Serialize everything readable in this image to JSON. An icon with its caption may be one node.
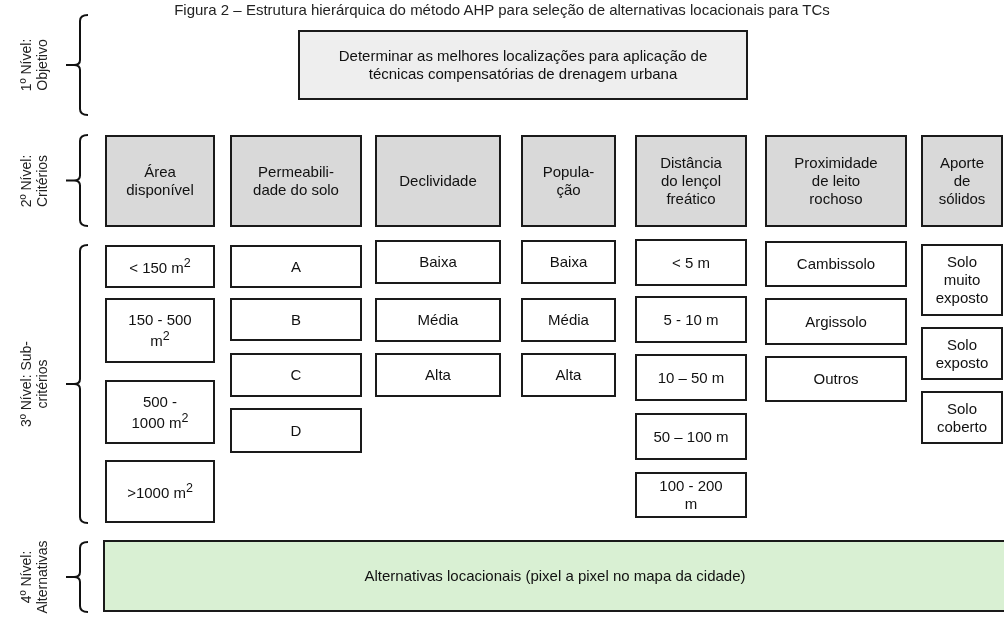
{
  "diagram": {
    "title": "Figura 2 – Estrutura hierárquica do método AHP para seleção de alternativas locacionais para TCs",
    "nodes": [
      {
        "text": [
          "Determinar as melhores localizações para aplicação de técnicas compensatórias de drenagem urbana"
        ]
      },
      {
        "text": [
          "Área disponível"
        ]
      },
      {
        "text": [
          "Permeabili- dade do solo"
        ]
      },
      {
        "text": [
          "Declividade"
        ]
      },
      {
        "text": [
          "Popula- ção"
        ]
      },
      {
        "text": [
          "Distância do lençol freático"
        ]
      },
      {
        "text": [
          "Proximidade de leito rochoso"
        ]
      },
      {
        "text": [
          "Aporte de sólidos"
        ]
      },
      {
        "text": [
          "< 150 m$^{2}$"
        ]
      },
      {
        "text": [
          "150 - 500 m$^{2}$"
        ]
      },
      {
        "text": [
          "500 - 1000 m$^{2}$"
        ]
      },
      {
        "text": [
          ">1000 m$^{2}$"
        ]
      },
      {
        "text": [
          "A"
        ]
      },
      {
        "text": [
          "B"
        ]
      },
      {
        "text": [
          "C"
        ]
      },
      {
        "text": [
          "D"
        ]
      },
      {
        "text": [
          "Baixa"
        ]
      },
      {
        "text": [
          "Média"
        ]
      },
      {
        "text": [
          "Alta"
        ]
      },
      {
        "text": [
          "Baixa"
        ]
      },
      {
        "text": [
          "Média"
        ]
      },
      {
        "text": [
          "Alta"
        ]
      },
      {
        "text": [
          "< 5 m"
        ]
      },
      {
        "text": [
          "5 - 10 m"
        ]
      },
      {
        "text": [
          "10 – 50 m"
        ]
      },
      {
        "text": [
          "50 – 100 m"
        ]
      },
      {
        "text": [
          "100 - 200 m"
        ]
      },
      {
        "text": [
          "Cambissolo"
        ]
      },
      {
        "text": [
          "Argissolo"
        ]
      },
      {
        "text": [
          "Outros"
        ]
      },
      {
        "text": [
          "Solo muito exposto"
        ]
      },
      {
        "text": [
          "Solo exposto"
        ]
      },
      {
        "text": [
          "Solo coberto"
        ]
      },
      {
        "text": [
          "Alternativas locacionais (pixel a pixel no mapa da cidade)"
        ]
      }
    ],
    "labels": [
      "1º Nível: Objetivo",
      "2º Nível: Critérios",
      "3º Nível: Sub-critérios",
      "4º Nível: Alternativas"
    ]
  }
}
